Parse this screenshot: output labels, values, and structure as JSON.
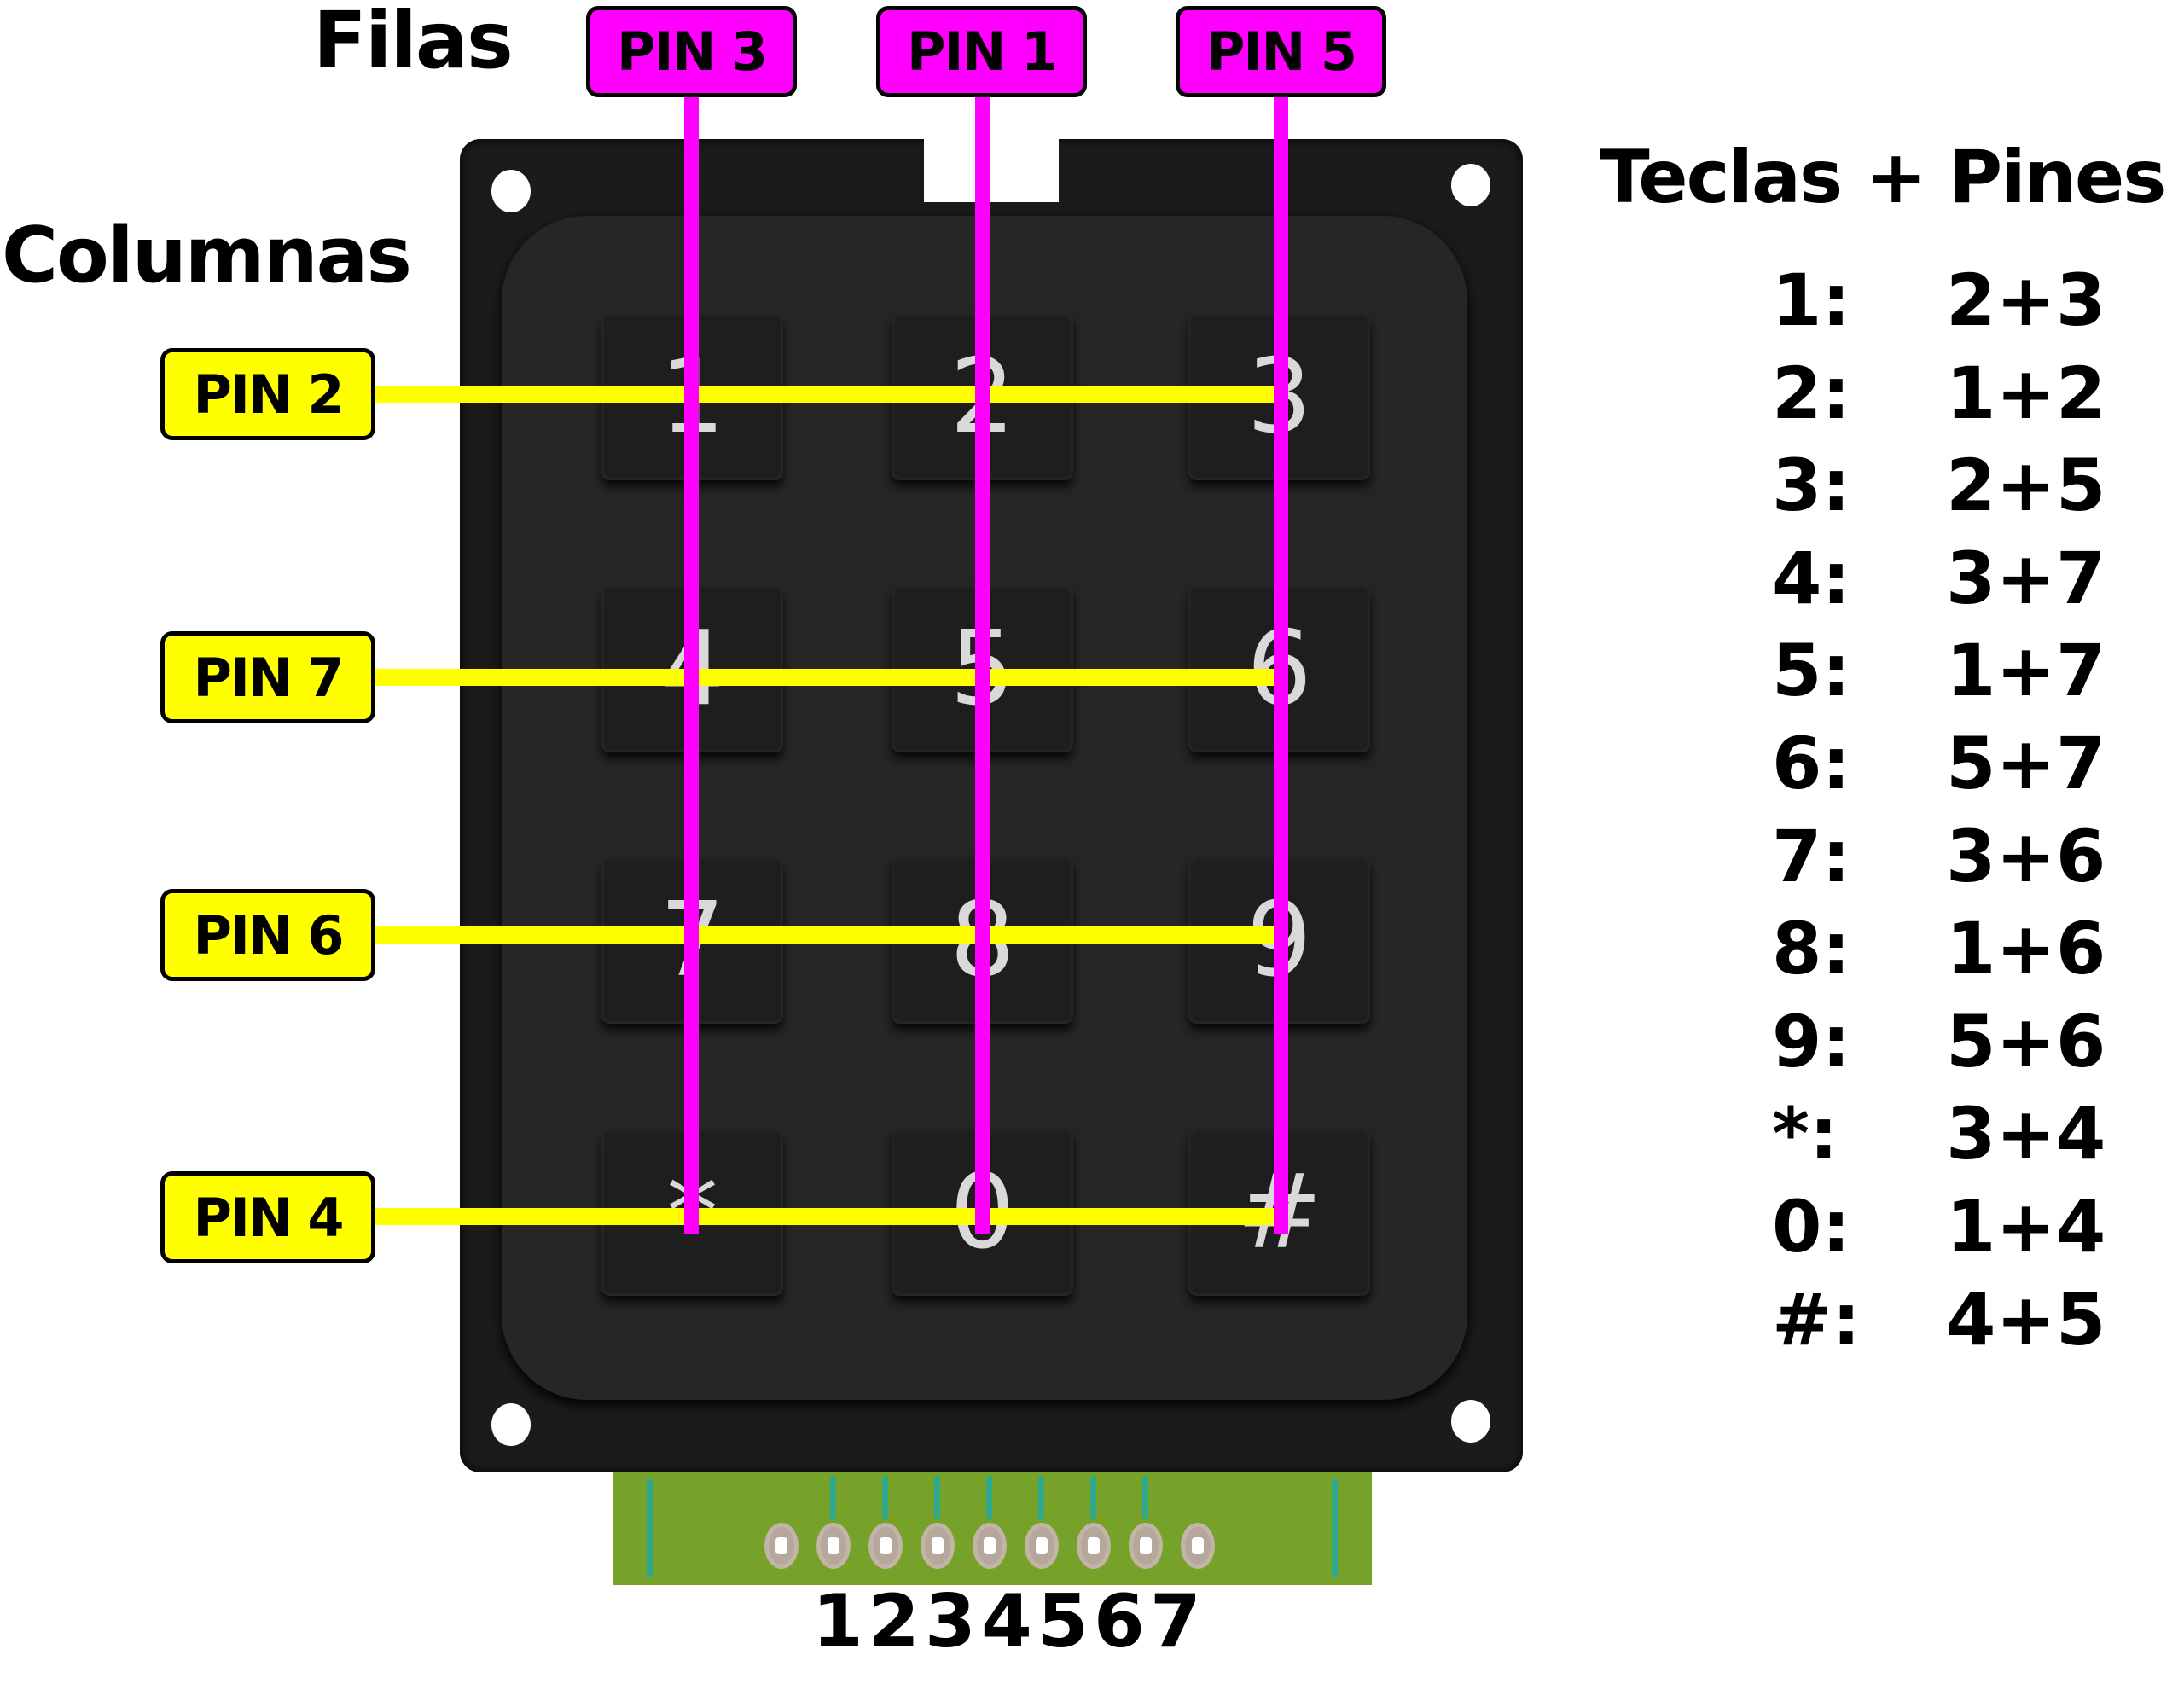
{
  "titles": {
    "rows": "Filas",
    "columns": "Columnas",
    "table": "Teclas + Pines"
  },
  "row_pins": [
    "PIN 3",
    "PIN 1",
    "PIN 5"
  ],
  "column_pins": [
    "PIN 2",
    "PIN 7",
    "PIN 6",
    "PIN 4"
  ],
  "keys": [
    "1",
    "2",
    "3",
    "4",
    "5",
    "6",
    "7",
    "8",
    "9",
    "*",
    "0",
    "#"
  ],
  "connector_numbers": [
    "1",
    "2",
    "3",
    "4",
    "5",
    "6",
    "7"
  ],
  "table": [
    {
      "key": "1:",
      "pins": "2+3"
    },
    {
      "key": "2:",
      "pins": "1+2"
    },
    {
      "key": "3:",
      "pins": "2+5"
    },
    {
      "key": "4:",
      "pins": "3+7"
    },
    {
      "key": "5:",
      "pins": "1+7"
    },
    {
      "key": "6:",
      "pins": "5+7"
    },
    {
      "key": "7:",
      "pins": "3+6"
    },
    {
      "key": "8:",
      "pins": "1+6"
    },
    {
      "key": "9:",
      "pins": "5+6"
    },
    {
      "key": "*:",
      "pins": "3+4"
    },
    {
      "key": "0:",
      "pins": "1+4"
    },
    {
      "key": "#:",
      "pins": "4+5"
    }
  ],
  "colors": {
    "row_wire": "#ff00ff",
    "column_wire": "#ffff00",
    "board": "#1b1b1b",
    "pcb": "#77a229"
  }
}
